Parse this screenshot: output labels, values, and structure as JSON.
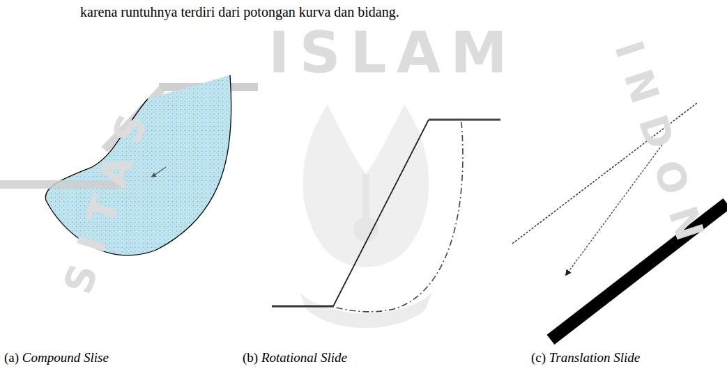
{
  "diagram": {
    "labels": [
      "karena runtuhnya terdiri dari potongan kurva dan bidang.",
      "ISLAM",
      "SITAS",
      "INDON",
      "(a) Compound Slise",
      "(b) Rotational Slide",
      "(c) Translation Slide"
    ]
  }
}
